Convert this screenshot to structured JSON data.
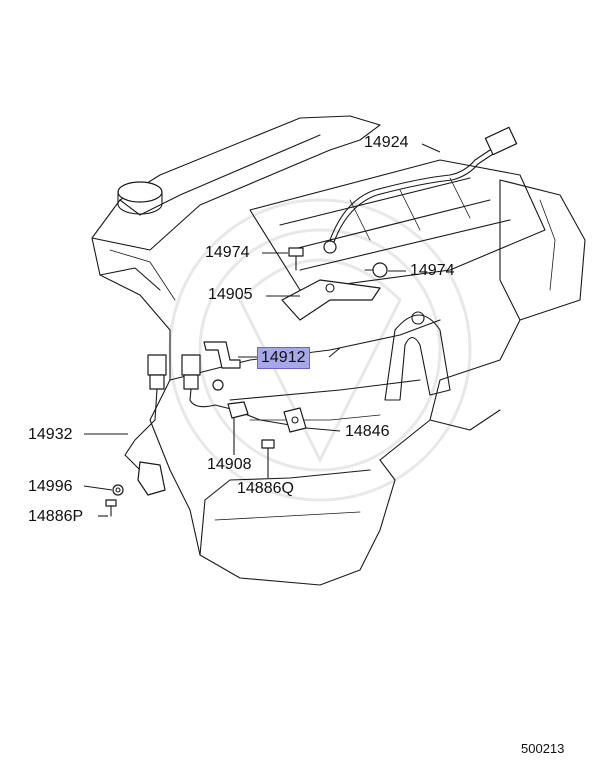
{
  "figure_number": "500213",
  "accent_color": "#a7a8ea",
  "callouts": [
    {
      "id": "14924",
      "label": "14924",
      "highlight": false
    },
    {
      "id": "14974a",
      "label": "14974",
      "highlight": false
    },
    {
      "id": "14974b",
      "label": "14974",
      "highlight": false
    },
    {
      "id": "14905",
      "label": "14905",
      "highlight": false
    },
    {
      "id": "14912",
      "label": "14912",
      "highlight": true
    },
    {
      "id": "14932",
      "label": "14932",
      "highlight": false
    },
    {
      "id": "14846",
      "label": "14846",
      "highlight": false
    },
    {
      "id": "14908",
      "label": "14908",
      "highlight": false
    },
    {
      "id": "14996",
      "label": "14996",
      "highlight": false
    },
    {
      "id": "14886Q",
      "label": "14886Q",
      "highlight": false
    },
    {
      "id": "14886P",
      "label": "14886P",
      "highlight": false
    }
  ]
}
